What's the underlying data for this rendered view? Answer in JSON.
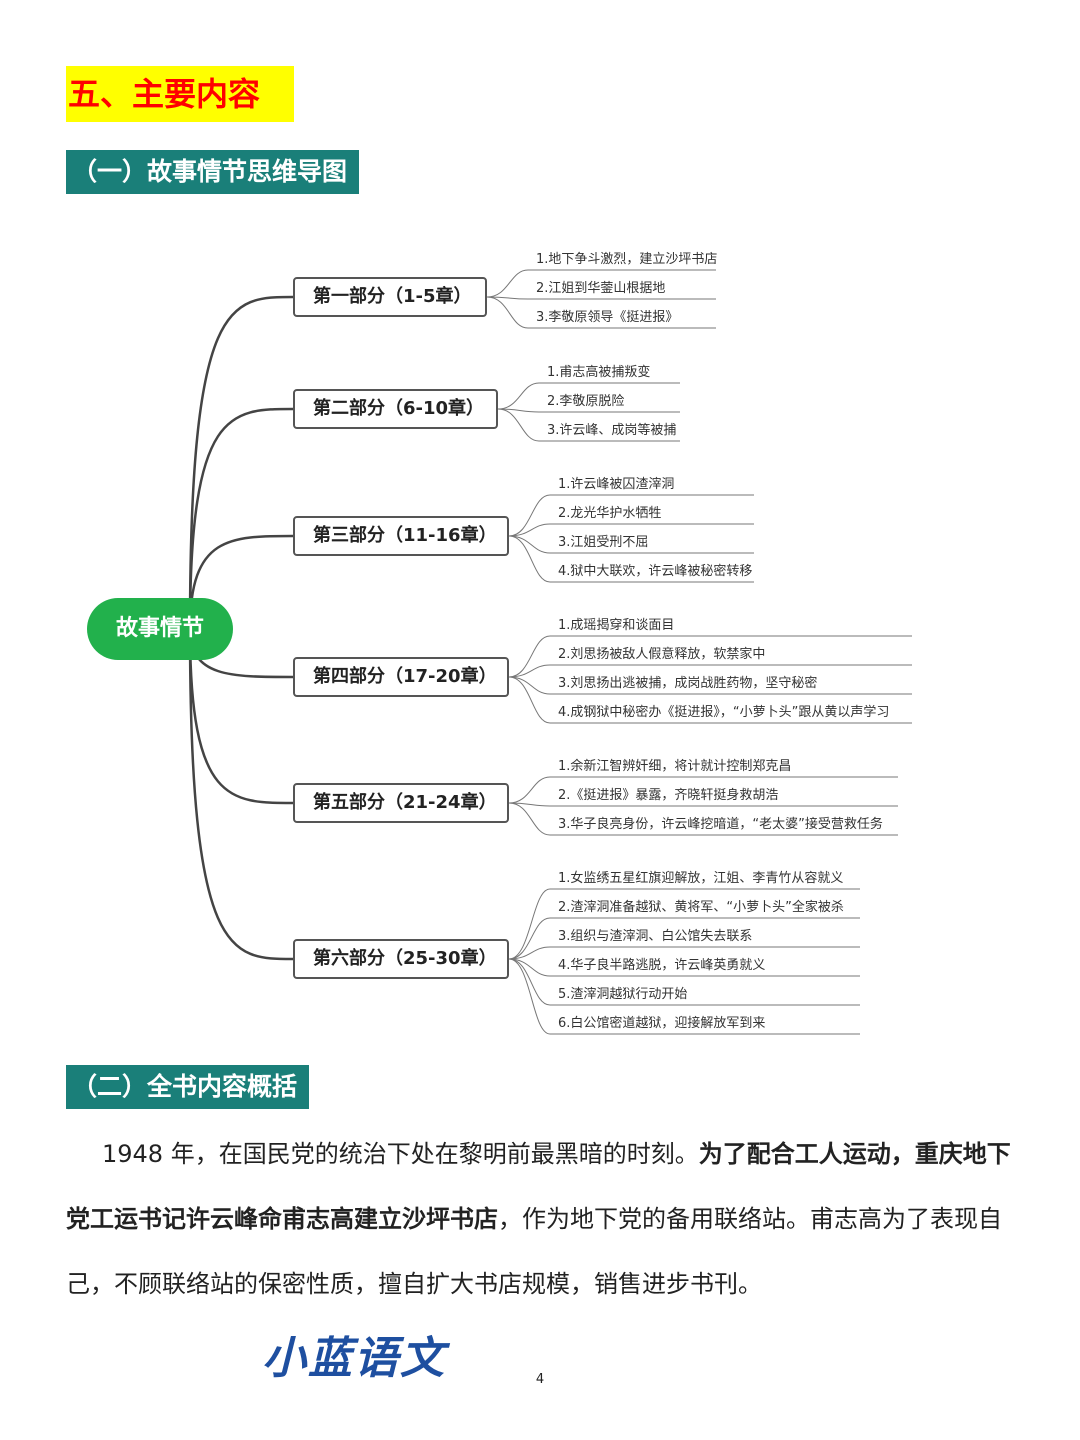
{
  "heading": "五、主要内容",
  "sub1": "（一）故事情节思维导图",
  "sub2": "（二）全书内容概括",
  "mindmap": {
    "root": "故事情节",
    "parts": [
      {
        "label": "第一部分（1-5章）",
        "items": [
          "1.地下争斗激烈，建立沙坪书店",
          "2.江姐到华蓥山根据地",
          "3.李敬原领导《挺进报》"
        ]
      },
      {
        "label": "第二部分（6-10章）",
        "items": [
          "1.甫志高被捕叛变",
          "2.李敬原脱险",
          "3.许云峰、成岗等被捕"
        ]
      },
      {
        "label": "第三部分（11-16章）",
        "items": [
          "1.许云峰被囚渣滓洞",
          "2.龙光华护水牺牲",
          "3.江姐受刑不屈",
          "4.狱中大联欢，许云峰被秘密转移"
        ]
      },
      {
        "label": "第四部分（17-20章）",
        "items": [
          "1.成瑶揭穿和谈面目",
          "2.刘思扬被敌人假意释放，软禁家中",
          "3.刘思扬出逃被捕，成岗战胜药物，坚守秘密",
          "4.成钢狱中秘密办《挺进报》，“小萝卜头”跟从黄以声学习"
        ]
      },
      {
        "label": "第五部分（21-24章）",
        "items": [
          "1.余新江智辨奸细，将计就计控制郑克昌",
          "2.《挺进报》暴露，齐晓轩挺身救胡浩",
          "3.华子良亮身份，许云峰挖暗道，“老太婆”接受营救任务"
        ]
      },
      {
        "label": "第六部分（25-30章）",
        "items": [
          "1.女监绣五星红旗迎解放，江姐、李青竹从容就义",
          "2.渣滓洞准备越狱、黄将军、“小萝卜头”全家被杀",
          "3.组织与渣滓洞、白公馆失去联系",
          "4.华子良半路逃脱，许云峰英勇就义",
          "5.渣滓洞越狱行动开始",
          "6.白公馆密道越狱，迎接解放军到来"
        ]
      }
    ]
  },
  "summary": {
    "p1": "1948 年，在国民党的统治下处在黎明前最黑暗的时刻。",
    "p2_bold": "为了配合工人运动，重庆地下党工运书记许云峰命甫志高建立沙坪书店",
    "p3": "，作为地下党的备用联络站。甫志高为了表现自己，不顾联络站的保密性质，擅自扩大书店规模，销售进步书刊。"
  },
  "logo_text": "小蓝语文",
  "page_number": "4",
  "colors": {
    "heading_bg": "#ffff00",
    "heading_fg": "#ff0000",
    "subtitle_bg": "#1a7f79",
    "root_bg": "#22b14c",
    "logo": "#1e4fa0"
  }
}
